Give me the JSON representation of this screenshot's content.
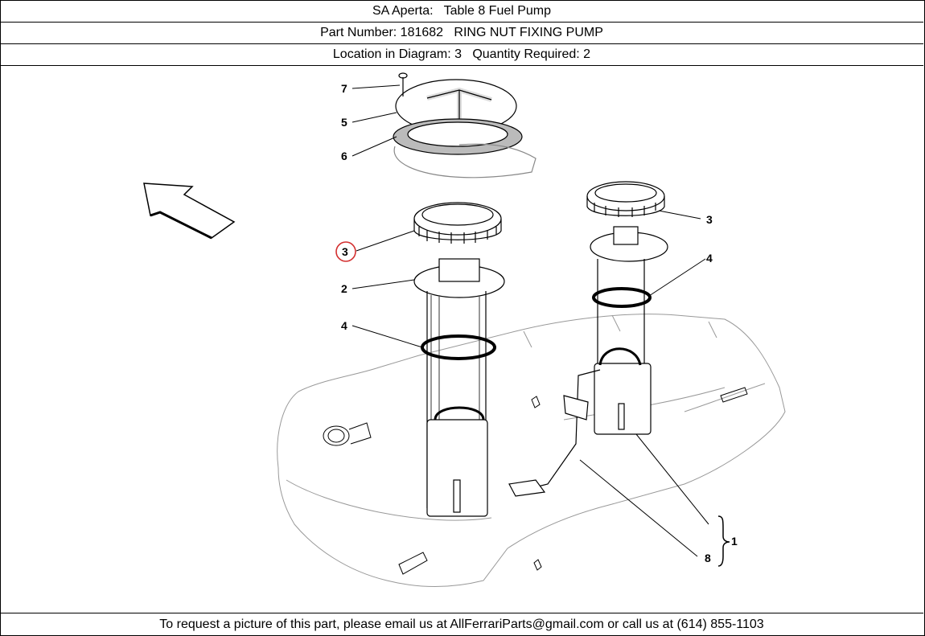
{
  "header": {
    "row1": "SA Aperta:   Table 8 Fuel Pump",
    "row2": "Part Number: 181682   RING NUT FIXING PUMP",
    "row3": "Location in Diagram: 3   Quantity Required: 2"
  },
  "footer": {
    "text": "To request a picture of this part, please email us at AllFerrariParts@gmail.com or call us at (614) 855-1103"
  },
  "diagram": {
    "callouts": {
      "c7": "7",
      "c5": "5",
      "c6": "6",
      "c3_left": "3",
      "c2": "2",
      "c4_left": "4",
      "c3_right": "3",
      "c4_right": "4",
      "c1": "1",
      "c8": "8"
    },
    "highlight_color": "#d32f2f",
    "highlighted_callout": "3"
  }
}
